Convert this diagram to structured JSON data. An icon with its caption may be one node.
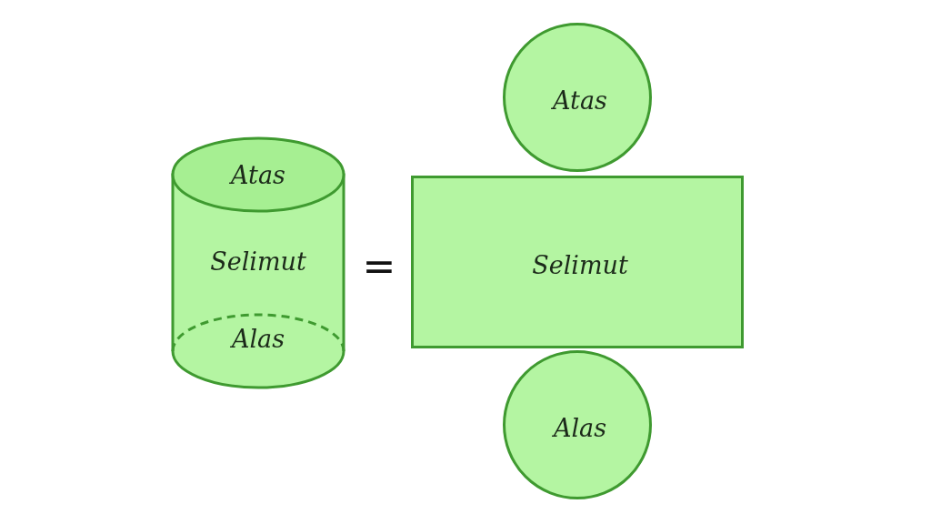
{
  "diagram": {
    "nodes": [
      {
        "text": [
          "Atas",
          "Selimut",
          "Alas"
        ]
      },
      {
        "text": [
          "Atas"
        ]
      },
      {
        "text": [
          "Selimut"
        ]
      },
      {
        "text": [
          "Alas"
        ]
      }
    ],
    "labels": [
      "="
    ]
  }
}
